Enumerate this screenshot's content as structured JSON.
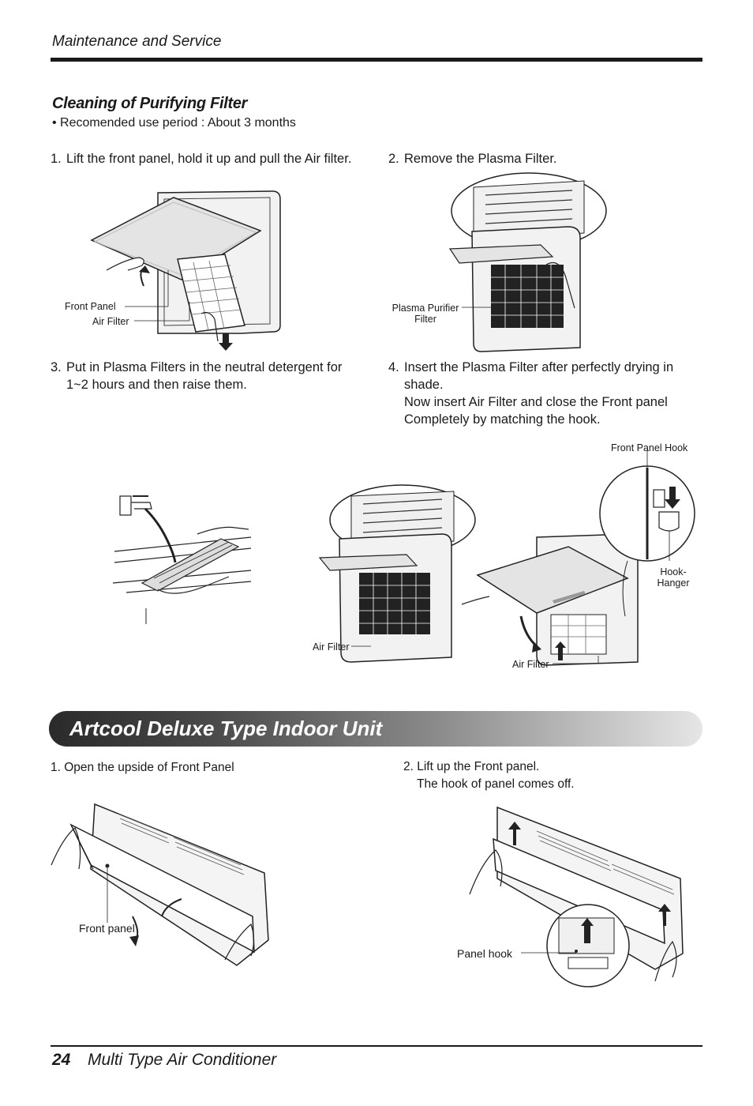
{
  "header": {
    "title": "Maintenance and Service"
  },
  "section": {
    "title": "Cleaning of Purifying Filter",
    "bullet": "• Recomended use period : About 3 months"
  },
  "steps": [
    {
      "num": "1.",
      "text": "Lift the front panel, hold it up and pull the Air filter."
    },
    {
      "num": "2.",
      "text": "Remove the Plasma Filter."
    },
    {
      "num": "3.",
      "text": "Put in Plasma Filters in the neutral detergent for 1~2 hours and then raise them."
    },
    {
      "num": "4.",
      "line1": "Insert the Plasma Filter after perfectly drying in shade.",
      "line2": "Now insert Air Filter and close the Front panel Completely by matching the hook."
    }
  ],
  "labels": {
    "front_panel": "Front Panel",
    "air_filter": "Air Filter",
    "plasma_purifier_1": "Plasma Purifier",
    "plasma_purifier_2": "Filter",
    "front_panel_hook": "Front Panel Hook",
    "hook_hanger_1": "Hook-",
    "hook_hanger_2": "Hanger",
    "air_filter_2": "Air Filter",
    "air_filter_3": "Air Filter",
    "front_panel_lower": "Front panel",
    "panel_hook": "Panel hook"
  },
  "banner": {
    "title": "Artcool Deluxe Type Indoor Unit"
  },
  "artcool_steps": [
    {
      "text": "1. Open the upside of Front Panel"
    },
    {
      "line1": "2. Lift up the Front panel.",
      "line2": "The hook of panel comes off."
    }
  ],
  "footer": {
    "page_number": "24",
    "title": "Multi Type Air Conditioner"
  }
}
